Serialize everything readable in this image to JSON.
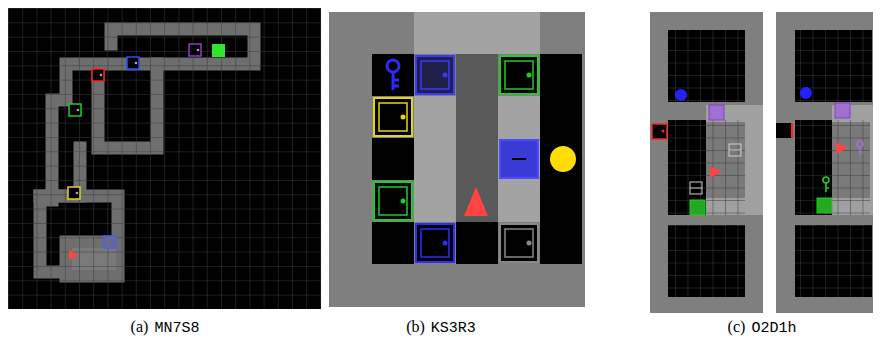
{
  "diagram": {
    "labels": [
      "(a)",
      "MN7S8",
      "(b)",
      "KS3R3",
      "(c)",
      "O2D1h"
    ]
  }
}
